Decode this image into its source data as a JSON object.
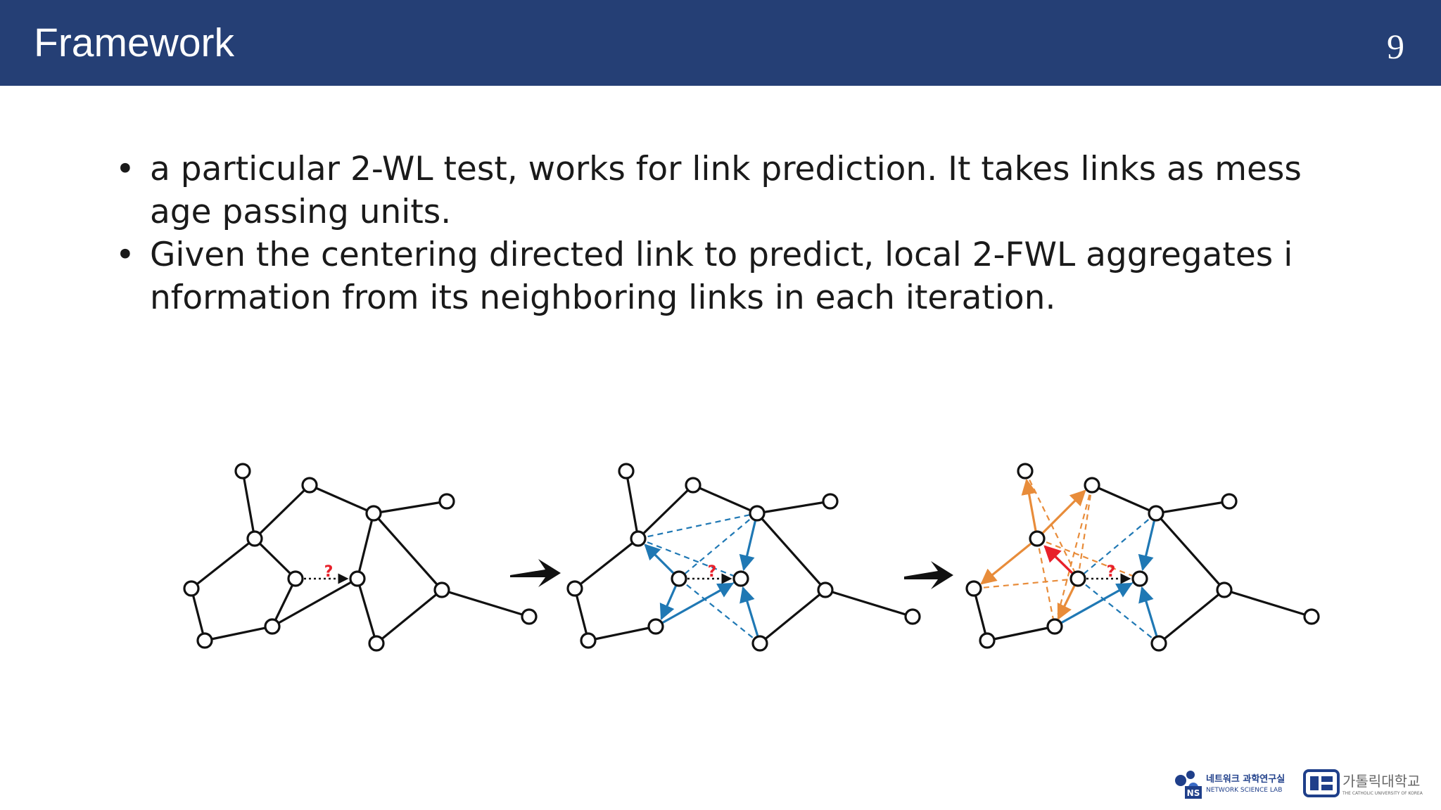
{
  "header": {
    "title": "Framework",
    "page_number": "9"
  },
  "bullets": [
    "a particular 2-WL test, works for link prediction. It takes links as mess age passing units.",
    "Given the centering directed link to predict, local 2-FWL aggregates i nformation from its neighboring links in each iteration."
  ],
  "figure": {
    "query_marker": "?",
    "colors": {
      "edge": "#111111",
      "blue": "#1f78b4",
      "orange": "#e88c3a",
      "red": "#e8202a"
    }
  },
  "footer": {
    "lab_badge": "NS",
    "lab_name_ko": "네트워크 과학연구실",
    "lab_name_en": "NETWORK SCIENCE LAB",
    "university_ko": "가톨릭대학교",
    "university_en": "THE CATHOLIC UNIVERSITY OF KOREA"
  }
}
